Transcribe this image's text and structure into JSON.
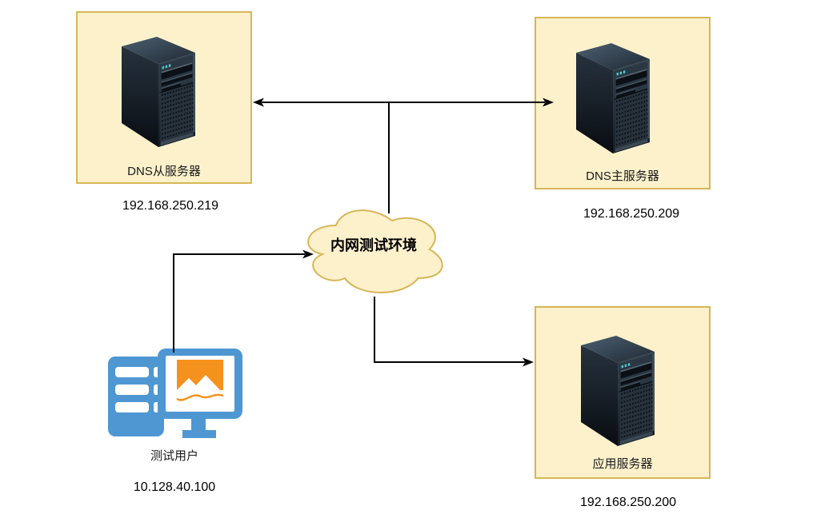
{
  "diagram": {
    "nodes": {
      "dns_slave": {
        "label": "DNS从服务器",
        "ip": "192.168.250.219"
      },
      "dns_master": {
        "label": "DNS主服务器",
        "ip": "192.168.250.209"
      },
      "app_server": {
        "label": "应用服务器",
        "ip": "192.168.250.200"
      },
      "test_user": {
        "label": "测试用户",
        "ip": "10.128.40.100"
      },
      "cloud": {
        "label": "内网测试环境"
      }
    },
    "icons": {
      "server": "server-tower-icon",
      "user": "workstation-icon",
      "cloud": "cloud-shape"
    },
    "colors": {
      "node_fill": "#fdf1cc",
      "node_border": "#d6b656",
      "connector": "#000000",
      "canvas": "#ffffff",
      "server_body_dark": "#10161d",
      "server_led_teal": "#4fd3da",
      "user_icon_blue": "#4e97d2",
      "user_icon_orange": "#f5921e",
      "text": "#000000"
    }
  }
}
